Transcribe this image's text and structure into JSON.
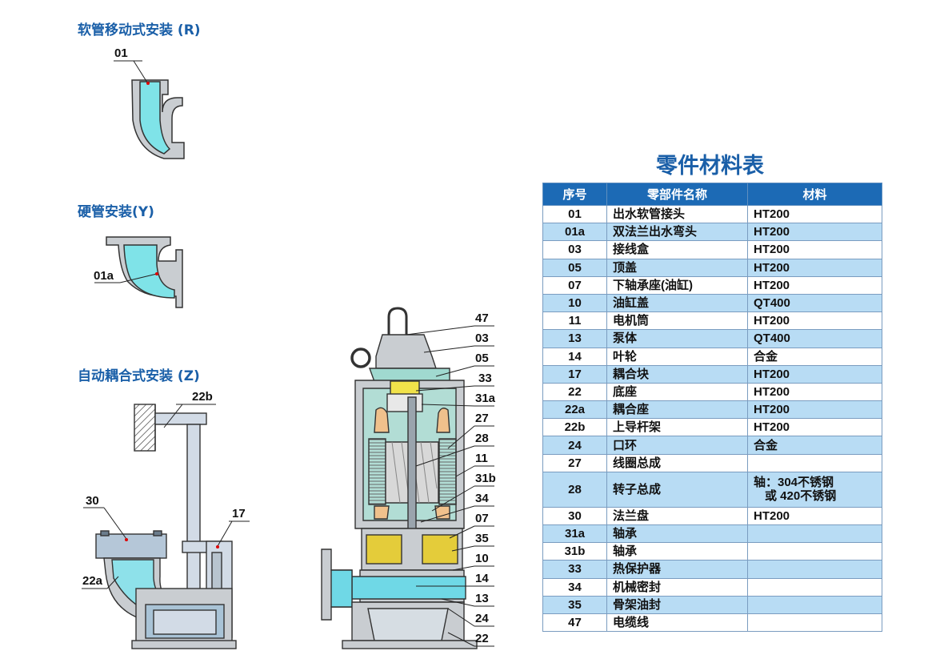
{
  "sections": {
    "hose": "软管移动式安装 (R)",
    "rigid": "硬管安装(Y)",
    "auto": "自动耦合式安装 (Z)"
  },
  "callouts": {
    "hose": [
      "01"
    ],
    "rigid": [
      "01a"
    ],
    "auto": [
      "22b",
      "30",
      "17",
      "22a"
    ],
    "pump": [
      "47",
      "03",
      "05",
      "33",
      "31a",
      "27",
      "28",
      "11",
      "31b",
      "34",
      "07",
      "35",
      "10",
      "14",
      "13",
      "24",
      "22"
    ]
  },
  "table": {
    "title": "零件材料表",
    "headers": [
      "序号",
      "零部件名称",
      "材料"
    ],
    "rows": [
      {
        "no": "01",
        "name": "出水软管接头",
        "mat": "HT200"
      },
      {
        "no": "01a",
        "name": "双法兰出水弯头",
        "mat": "HT200"
      },
      {
        "no": "03",
        "name": "接线盒",
        "mat": "HT200"
      },
      {
        "no": "05",
        "name": "顶盖",
        "mat": "HT200"
      },
      {
        "no": "07",
        "name": "下轴承座(油缸)",
        "mat": "HT200"
      },
      {
        "no": "10",
        "name": "油缸盖",
        "mat": "QT400"
      },
      {
        "no": "11",
        "name": "电机筒",
        "mat": "HT200"
      },
      {
        "no": "13",
        "name": "泵体",
        "mat": "QT400"
      },
      {
        "no": "14",
        "name": "叶轮",
        "mat": "合金"
      },
      {
        "no": "17",
        "name": "耦合块",
        "mat": "HT200"
      },
      {
        "no": "22",
        "name": "底座",
        "mat": "HT200"
      },
      {
        "no": "22a",
        "name": "耦合座",
        "mat": "HT200"
      },
      {
        "no": "22b",
        "name": "上导杆架",
        "mat": "HT200"
      },
      {
        "no": "24",
        "name": "口环",
        "mat": "合金"
      },
      {
        "no": "27",
        "name": "线圈总成",
        "mat": ""
      },
      {
        "no": "28",
        "name": "转子总成",
        "mat": "轴：304不锈钢",
        "mat2": "或  420不锈钢"
      },
      {
        "no": "30",
        "name": "法兰盘",
        "mat": "HT200"
      },
      {
        "no": "31a",
        "name": "轴承",
        "mat": ""
      },
      {
        "no": "31b",
        "name": "轴承",
        "mat": ""
      },
      {
        "no": "33",
        "name": "热保护器",
        "mat": ""
      },
      {
        "no": "34",
        "name": "机械密封",
        "mat": ""
      },
      {
        "no": "35",
        "name": "骨架油封",
        "mat": ""
      },
      {
        "no": "47",
        "name": "电缆线",
        "mat": ""
      }
    ]
  }
}
